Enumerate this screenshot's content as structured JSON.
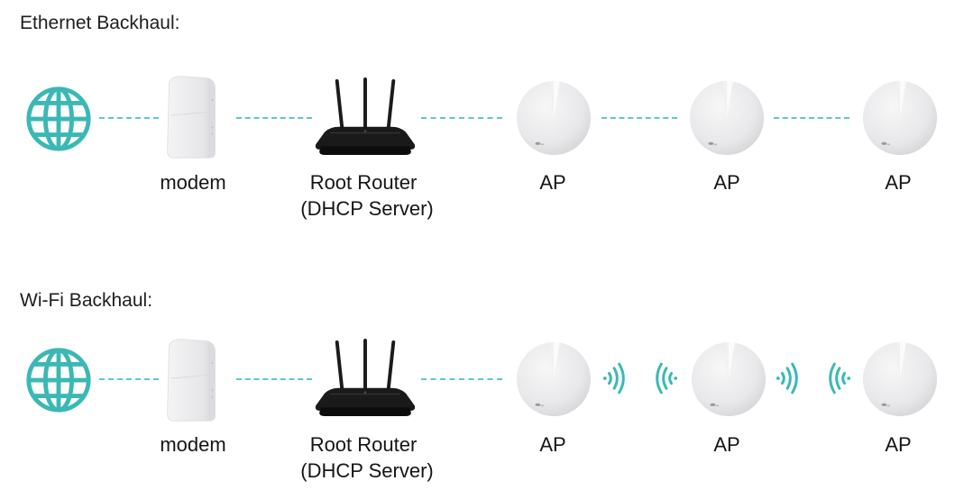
{
  "colors": {
    "accent": "#3bb8b5",
    "link": "#5ec8c6",
    "router": "#151515",
    "ap": "#e9e9ea"
  },
  "rows": [
    {
      "title": "Ethernet Backhaul:",
      "backhaul_type": "ethernet",
      "nodes": [
        {
          "type": "internet",
          "icon": "globe-icon",
          "label": ""
        },
        {
          "type": "modem",
          "icon": "modem-icon",
          "label": "modem"
        },
        {
          "type": "router",
          "icon": "router-icon",
          "label": "Root Router",
          "sublabel": "(DHCP Server)"
        },
        {
          "type": "ap",
          "icon": "deco-ap-icon",
          "label": "AP"
        },
        {
          "type": "ap",
          "icon": "deco-ap-icon",
          "label": "AP"
        },
        {
          "type": "ap",
          "icon": "deco-ap-icon",
          "label": "AP"
        }
      ],
      "links": [
        "wired",
        "wired",
        "wired",
        "wired",
        "wired"
      ]
    },
    {
      "title": "Wi-Fi Backhaul:",
      "backhaul_type": "wifi",
      "nodes": [
        {
          "type": "internet",
          "icon": "globe-icon",
          "label": ""
        },
        {
          "type": "modem",
          "icon": "modem-icon",
          "label": "modem"
        },
        {
          "type": "router",
          "icon": "router-icon",
          "label": "Root Router",
          "sublabel": "(DHCP Server)"
        },
        {
          "type": "ap",
          "icon": "deco-ap-icon",
          "label": "AP"
        },
        {
          "type": "ap",
          "icon": "deco-ap-icon",
          "label": "AP"
        },
        {
          "type": "ap",
          "icon": "deco-ap-icon",
          "label": "AP"
        }
      ],
      "links": [
        "wired",
        "wired",
        "wired",
        "wireless",
        "wireless"
      ]
    }
  ]
}
